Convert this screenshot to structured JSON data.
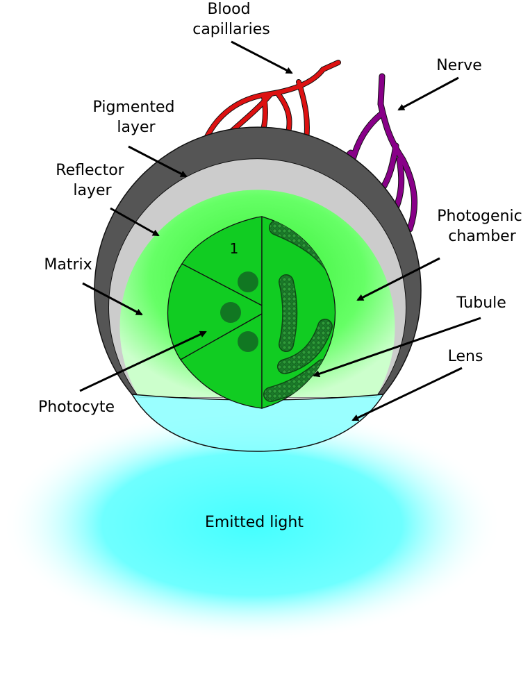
{
  "labels": {
    "blood": [
      "Blood",
      "capillaries"
    ],
    "nerve": [
      "Nerve"
    ],
    "pigmented": [
      "Pigmented",
      "layer"
    ],
    "reflector": [
      "Reflector",
      "layer"
    ],
    "matrix": [
      "Matrix"
    ],
    "photogenic": [
      "Photogenic",
      "chamber"
    ],
    "tubule": [
      "Tubule"
    ],
    "lens": [
      "Lens"
    ],
    "photocyte": [
      "Photocyte"
    ],
    "emitted": [
      "Emitted light"
    ]
  },
  "cell_number": "1",
  "colors": {
    "pigmented_layer": "#555555",
    "reflector_layer": "#cccccc",
    "matrix": "#66ff66",
    "photocyte": "#11cc22",
    "nucleus": "#117722",
    "tubule": "#1b7a2a",
    "lens": "#88ffff",
    "emitted_light": "#44ffff",
    "blood_capillaries": "#dd1111",
    "nerve": "#880088"
  }
}
